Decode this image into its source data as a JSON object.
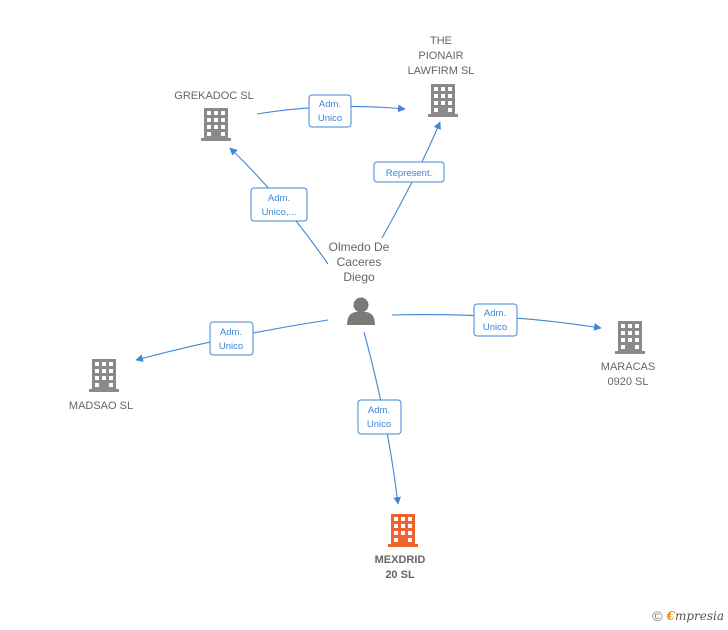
{
  "person": {
    "label_lines": [
      "Olmedo De",
      "Caceres",
      "Diego"
    ],
    "icon": "person-icon"
  },
  "companies": [
    {
      "id": "grekadoc",
      "label_lines": [
        "GREKADOC  SL"
      ],
      "icon": "building-icon",
      "highlight": false
    },
    {
      "id": "pionair",
      "label_lines": [
        "THE",
        "PIONAIR",
        "LAWFIRM  SL"
      ],
      "icon": "building-icon",
      "highlight": false
    },
    {
      "id": "maracas",
      "label_lines": [
        "MARACAS",
        "0920  SL"
      ],
      "icon": "building-icon",
      "highlight": false
    },
    {
      "id": "madsao",
      "label_lines": [
        "MADSAO  SL"
      ],
      "icon": "building-icon",
      "highlight": false
    },
    {
      "id": "mexdrid",
      "label_lines": [
        "MEXDRID",
        "20  SL"
      ],
      "icon": "building-icon",
      "highlight": true
    }
  ],
  "edges": [
    {
      "id": "grekadoc-pionair",
      "label_lines": [
        "Adm.",
        "Unico"
      ]
    },
    {
      "id": "person-pionair",
      "label_lines": [
        "Represent."
      ]
    },
    {
      "id": "person-grekadoc",
      "label_lines": [
        "Adm.",
        "Unico,..."
      ]
    },
    {
      "id": "person-maracas",
      "label_lines": [
        "Adm.",
        "Unico"
      ]
    },
    {
      "id": "person-madsao",
      "label_lines": [
        "Adm.",
        "Unico"
      ]
    },
    {
      "id": "person-mexdrid",
      "label_lines": [
        "Adm.",
        "Unico"
      ]
    }
  ],
  "colors": {
    "edge": "#3f86d6",
    "building": "#8a8a8a",
    "highlight": "#f0622e",
    "text": "#666666"
  },
  "footer": {
    "copyright": "©",
    "brand_initial": "€",
    "brand_rest": "mpresia"
  }
}
